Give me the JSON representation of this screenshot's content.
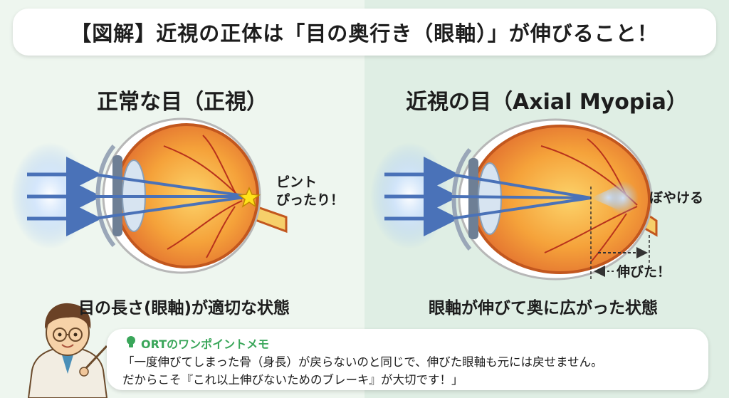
{
  "title": "【図解】近視の正体は「目の奥行き（眼軸）」が伸びること！",
  "left": {
    "heading": "正常な目（正視）",
    "focus_note_line1": "ピント",
    "focus_note_line2": "ぴったり！",
    "caption": "目の長さ(眼軸)が適切な状態"
  },
  "right": {
    "heading": "近視の目（Axial Myopia）",
    "blur_note": "ぼやける",
    "stretch_note": "伸びた！",
    "caption": "眼軸が伸びて奥に広がった状態"
  },
  "memo": {
    "heading": "ORTのワンポイントメモ",
    "line1": "「一度伸びてしまった骨（身長）が戻らないのと同じで、伸びた眼軸も元には戻せません。",
    "line2": "だからこそ『これ以上伸びないためのブレーキ』が大切です！」"
  },
  "colors": {
    "light_ray": "#4a72b8",
    "eye_outer": "#e8663a",
    "retina_inner": "#f7a23a",
    "focus_star": "#ffe21a",
    "memo_accent": "#3aa65a"
  }
}
